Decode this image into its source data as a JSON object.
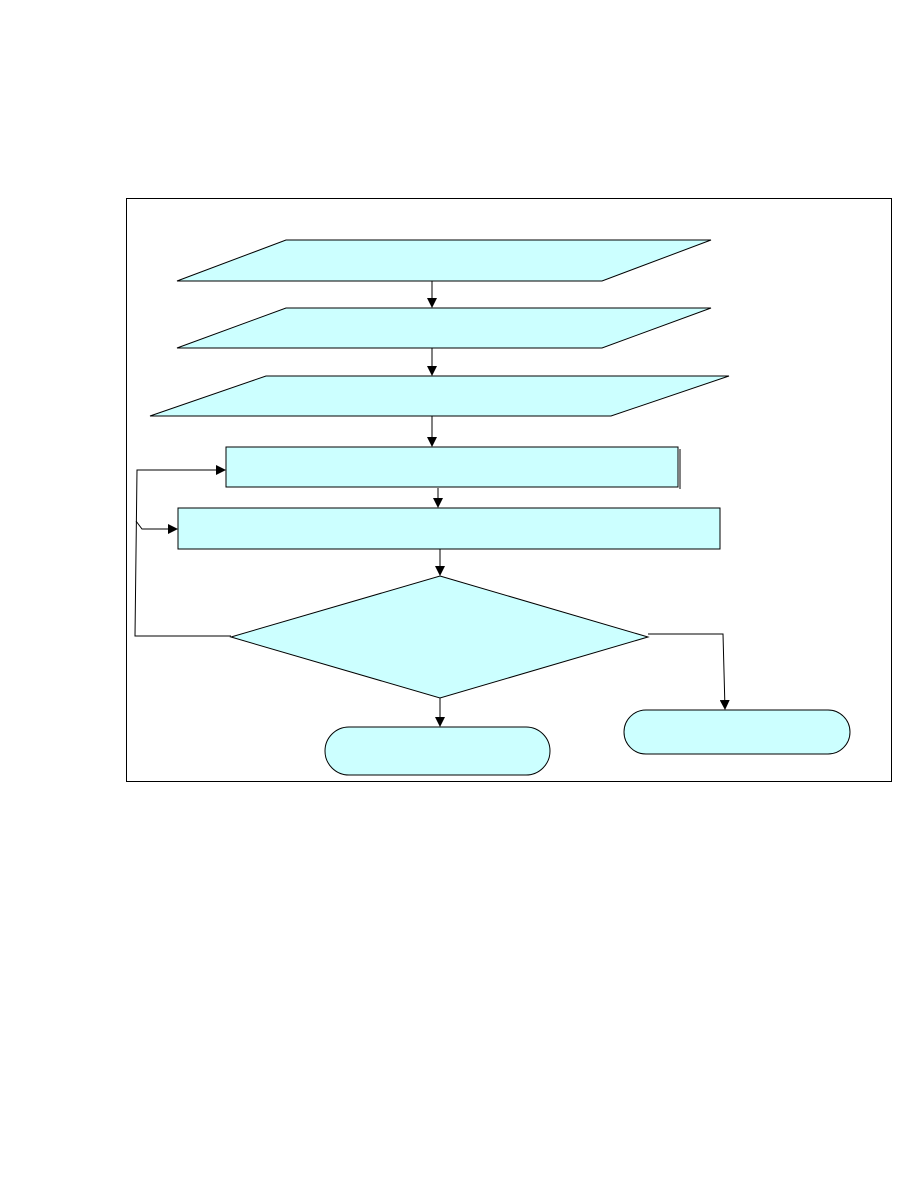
{
  "diagram": {
    "colors": {
      "node_fill": "#ccffff",
      "stroke": "#000000",
      "background": "#ffffff"
    },
    "nodes": [
      {
        "id": "input-1",
        "shape": "parallelogram",
        "label": ""
      },
      {
        "id": "input-2",
        "shape": "parallelogram",
        "label": ""
      },
      {
        "id": "input-3",
        "shape": "parallelogram",
        "label": ""
      },
      {
        "id": "process-1",
        "shape": "rectangle",
        "label": ""
      },
      {
        "id": "process-2",
        "shape": "rectangle",
        "label": ""
      },
      {
        "id": "decision",
        "shape": "diamond",
        "label": ""
      },
      {
        "id": "terminal-left",
        "shape": "rounded",
        "label": ""
      },
      {
        "id": "terminal-right",
        "shape": "rounded",
        "label": ""
      }
    ],
    "edges": [
      {
        "from": "input-1",
        "to": "input-2"
      },
      {
        "from": "input-2",
        "to": "input-3"
      },
      {
        "from": "input-3",
        "to": "process-1"
      },
      {
        "from": "process-1",
        "to": "process-2"
      },
      {
        "from": "process-2",
        "to": "decision"
      },
      {
        "from": "decision",
        "to": "terminal-left"
      },
      {
        "from": "decision",
        "to": "terminal-right"
      },
      {
        "from": "decision",
        "to": "process-1",
        "kind": "loop"
      },
      {
        "from": "decision",
        "to": "process-2",
        "kind": "loop"
      }
    ]
  }
}
